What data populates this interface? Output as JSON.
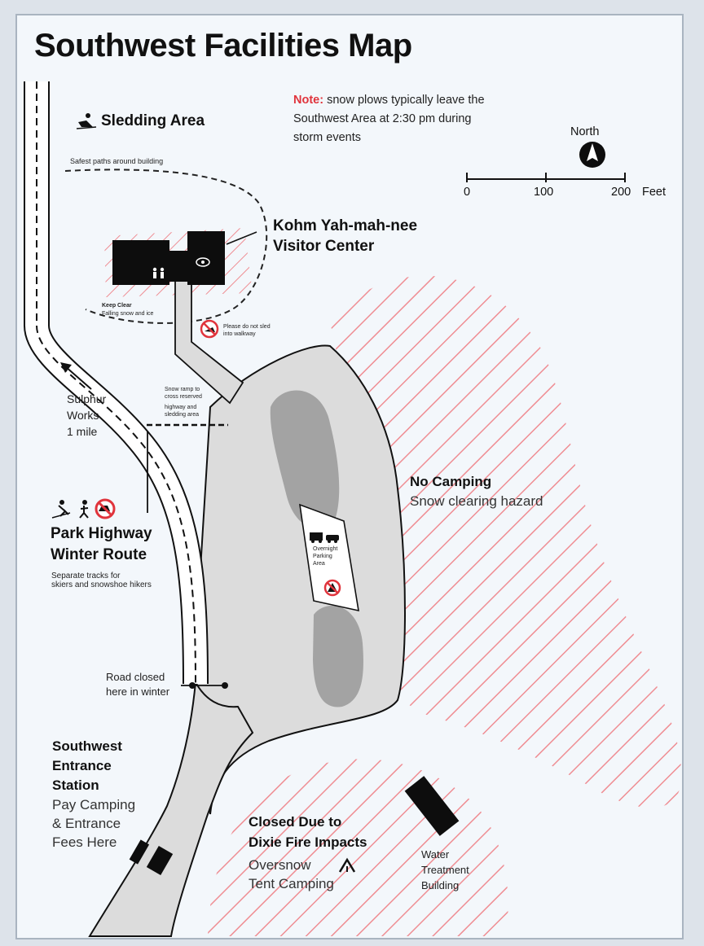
{
  "map": {
    "title": "Southwest Facilities Map",
    "note": {
      "label": "Note:",
      "line1": " snow plows typically leave the",
      "line2": "Southwest Area at 2:30 pm during",
      "line3": "storm events"
    },
    "north_arrow": {
      "label": "North",
      "icon": "north-arrow-icon"
    },
    "scale_bar": {
      "ticks": [
        "0",
        "100",
        "200"
      ],
      "unit": "Feet"
    },
    "colors": {
      "background": "#f3f7fb",
      "border": "#a9b4c0",
      "road": "#dcdcdc",
      "parking": "#a3a3a3",
      "hatch": "#ef8d93",
      "accent_red": "#e0343c",
      "building": "#0d0d0d"
    },
    "labels": {
      "sledding": "Sledding Area",
      "safest_paths": "Safest paths around building",
      "visitor_center_line1": "Kohm Yah-mah-nee",
      "visitor_center_line2": "Visitor Center",
      "keep_clear_title": "Keep Clear",
      "keep_clear_text": "Falling snow and ice",
      "no_sled_line1": "Please do not sled",
      "no_sled_line2": "into walkway",
      "snow_ramp_line1": "Snow ramp to",
      "snow_ramp_line2": "cross reserved",
      "snow_ramp_line3": "highway and",
      "snow_ramp_line4": "sledding area",
      "sulphur_line1": "Sulphur",
      "sulphur_line2": "Works",
      "sulphur_line3": "1 mile",
      "no_camping_title": "No Camping",
      "no_camping_sub": "Snow clearing hazard",
      "parking_line1": "Overnight",
      "parking_line2": "Parking",
      "parking_line3": "Area",
      "highway_line1": "Park Highway",
      "highway_line2": "Winter Route",
      "tracks_line1": "Separate tracks for",
      "tracks_line2": "skiers and snowshoe hikers",
      "road_closed_line1": "Road closed",
      "road_closed_line2": "here in winter",
      "entrance_line1": "Southwest",
      "entrance_line2": "Entrance",
      "entrance_line3": "Station",
      "fees_line1": "Pay Camping",
      "fees_line2": "& Entrance",
      "fees_line3": "Fees Here",
      "closed_line1": "Closed Due to",
      "closed_line2": "Dixie Fire Impacts",
      "oversnow": "Oversnow",
      "tent_camping": "Tent Camping",
      "water_line1": "Water",
      "water_line2": "Treatment",
      "water_line3": "Building"
    },
    "icons": [
      "sledding-icon",
      "skier-icon",
      "snowshoe-icon",
      "no-snowmobile-icon",
      "no-sledding-icon",
      "no-camping-icon",
      "rv-icon",
      "car-icon",
      "tent-icon",
      "restroom-icon",
      "information-icon",
      "north-arrow-icon"
    ]
  }
}
